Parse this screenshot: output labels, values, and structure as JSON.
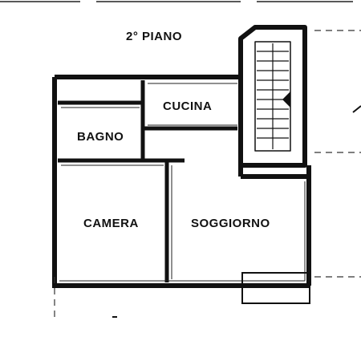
{
  "plan": {
    "title": "2° PIANO",
    "rooms": {
      "cucina": "CUCINA",
      "bagno": "BAGNO",
      "camera": "CAMERA",
      "soggiorno": "SOGGIORNO"
    },
    "colors": {
      "wall": "#111111",
      "background": "#ffffff"
    }
  }
}
